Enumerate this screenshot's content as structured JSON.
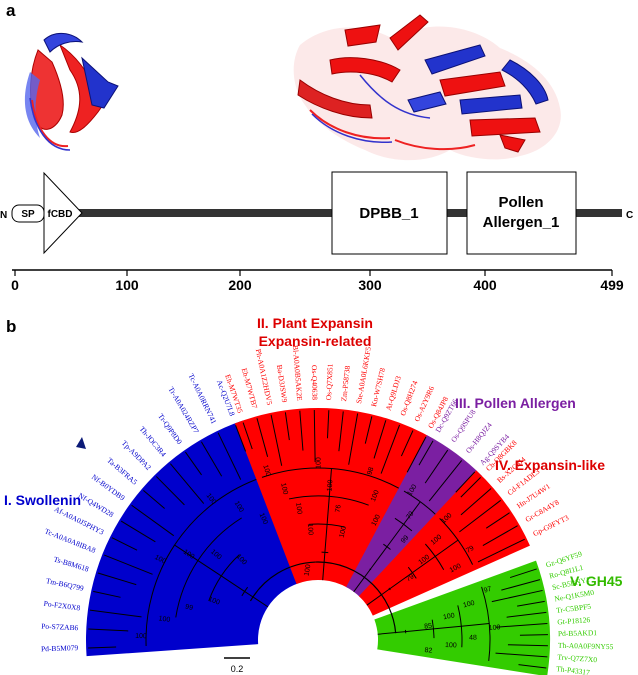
{
  "panels": {
    "a": "a",
    "b": "b"
  },
  "domain_map": {
    "n_term": "N",
    "c_term": "C",
    "sp": "SP",
    "fcbd": "fCBD",
    "dpbb": "DPBB_1",
    "pollen_line1": "Pollen",
    "pollen_line2": "Allergen_1",
    "ticks": [
      "0",
      "100",
      "200",
      "300",
      "400",
      "499"
    ]
  },
  "tree": {
    "scale": "0.2",
    "clades": {
      "swollenin": "I. Swollenin",
      "plant_line1": "II. Plant Expansin",
      "plant_line2": "Expansin-related",
      "pollen": "III. Pollen Allergen",
      "expansin_like": "IV. Expansin-like",
      "gh45": "V. GH45"
    },
    "colors": {
      "swollenin": "#0000cc",
      "plant": "#ff0000",
      "pollen": "#7b1fa2",
      "expansin_like": "#ff0000",
      "gh45": "#33cc00"
    },
    "leaves_blue": [
      "Pd-B5M079",
      "Po-S7ZAB6",
      "Po-F2X0X8",
      "Tm-B6Q799",
      "Ts-B8M618",
      "Tc-A0A0A8IBA8",
      "Af-A0A0J5PHY3",
      "Nf-Q4WD28",
      "Nf-B0YDB9",
      "Ta-B3FRA5",
      "Tp-A9DPA2",
      "Th-JOC3R4",
      "Tr-Q9P8D0",
      "Tr-A0A024RZP7",
      "Tc-A0A0RRN741",
      "Ac-Q2U7L8"
    ],
    "leaves_red": [
      "Eh-M7WT35",
      "Eh-M7WTB7",
      "Ph-A0A1Z2HDV5",
      "Ba-D3JSW9",
      "Bl-A0A0B5AK2E",
      "Os-Q40638",
      "Os-Q7X851",
      "Zm-P58738",
      "Ste-A0A0L6KKF5",
      "Kn-W7SH78",
      "At-Q9LDJ3",
      "Os-Q8H274",
      "Os-A2Y9R6",
      "Os-Q84JP8"
    ],
    "leaves_purple": [
      "Dc-Q9ZT66",
      "Os-Q9SPU8",
      "Os-H8QJZ4",
      "Ag-Q9SYB4"
    ],
    "leaves_red2": [
      "Cb-Q8GBK8",
      "Bs-X2C3J4",
      "Cd-F1ADL3",
      "Hn-J7U4W1",
      "Gr-C8A4Y8",
      "Gp-G9FYT3"
    ],
    "leaves_green": [
      "Gz-Q6YF59",
      "Ro-Q8I1L1",
      "Sc-B5BNY1",
      "Ne-Q1K5M0",
      "Tr-C5BPF5",
      "Gt-P18126",
      "Pd-B5AKD1",
      "Th-A0A0F9NY55",
      "Trv-Q7Z7X0",
      "Th-P43317"
    ],
    "bootstrap_blue": [
      "100",
      "100",
      "99",
      "100",
      "100",
      "100",
      "100",
      "100",
      "100",
      "100",
      "100"
    ],
    "bootstrap_red": [
      "100",
      "100",
      "100",
      "100",
      "100",
      "100",
      "76",
      "100",
      "98",
      "100",
      "100"
    ],
    "bootstrap_purple": [
      "100",
      "79",
      "99"
    ],
    "bootstrap_red2": [
      "100",
      "100",
      "100",
      "79",
      "79",
      "100"
    ],
    "bootstrap_green": [
      "97",
      "100",
      "100",
      "85",
      "100",
      "48",
      "100",
      "82"
    ],
    "root_boot": "100"
  }
}
